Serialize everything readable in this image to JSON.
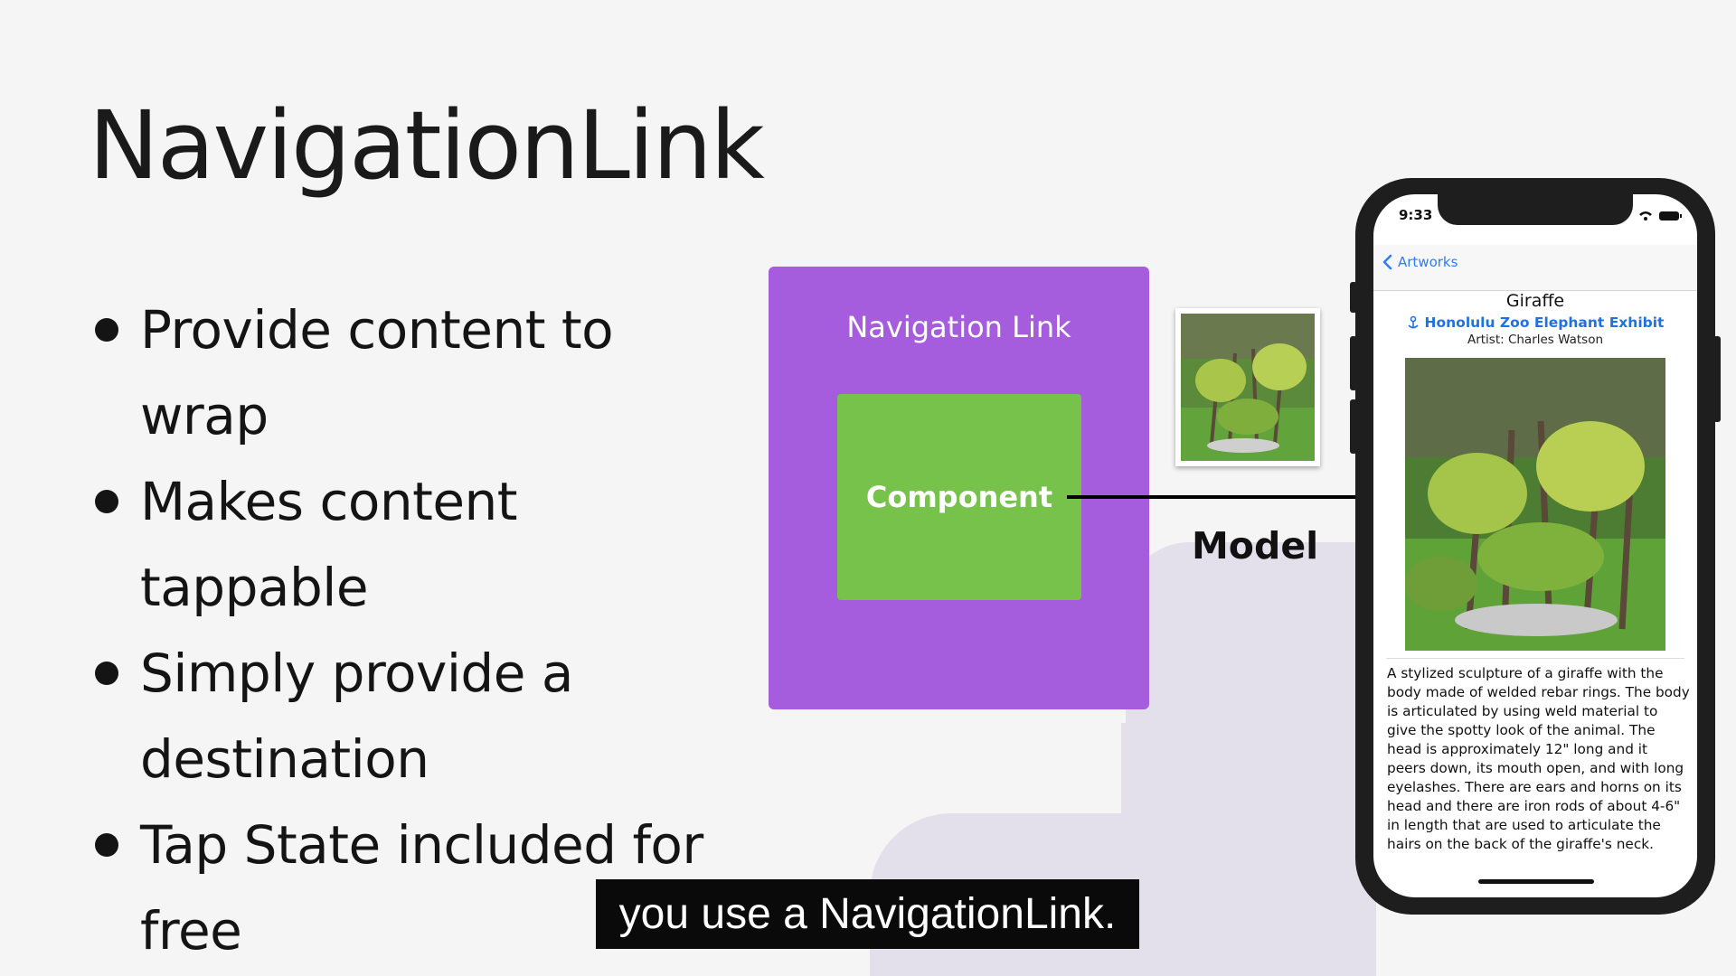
{
  "slide": {
    "title": "NavigationLink",
    "bullets": [
      "Provide content to wrap",
      "Makes content tappable",
      "Simply provide a destination",
      "Tap State included for free"
    ]
  },
  "diagram": {
    "nav_link_label": "Navigation Link",
    "component_label": "Component",
    "model_label": "Model",
    "colors": {
      "nav_link": "#a55ddd",
      "component": "#77c24a"
    }
  },
  "phone": {
    "time": "9:33",
    "back_label": "Artworks",
    "artwork_title": "Giraffe",
    "exhibit": "Honolulu Zoo Elephant Exhibit",
    "artist": "Artist: Charles Watson",
    "description": "A stylized sculpture of a giraffe with the body made of welded rebar rings. The body is articulated by using weld material to give the spotty look of the animal. The head is approximately 12\" long and it peers down, its mouth open, and with long eyelashes. There are ears and horns on its head and there are iron rods of about 4-6\" in length that are used to articulate the hairs on the back of the giraffe's neck."
  },
  "caption": "you use a NavigationLink."
}
